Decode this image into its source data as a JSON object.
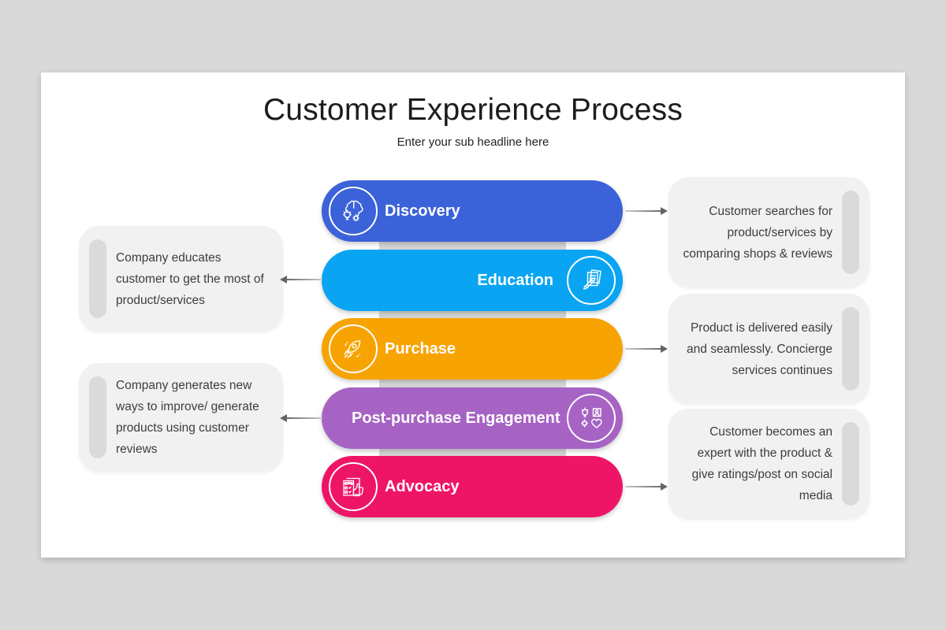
{
  "header": {
    "title": "Customer Experience Process",
    "subtitle": "Enter your sub headline here"
  },
  "stages": [
    {
      "label": "Discovery",
      "color": "#3b62d8",
      "icon": "brain-idea-icon"
    },
    {
      "label": "Education",
      "color": "#0aa5f2",
      "icon": "document-pencil-icon"
    },
    {
      "label": "Purchase",
      "color": "#f7a301",
      "icon": "rocket-icon"
    },
    {
      "label": "Post-purchase Engagement",
      "color": "#a663c4",
      "icon": "heart-service-icon"
    },
    {
      "label": "Advocacy",
      "color": "#ee1566",
      "icon": "thumbs-up-review-icon"
    }
  ],
  "left_notes": [
    {
      "text": "Company educates customer to get the most of product/services"
    },
    {
      "text": "Company generates new ways to improve/ generate products using customer reviews"
    }
  ],
  "right_notes": [
    {
      "text": "Customer searches for product/services by comparing shops & reviews"
    },
    {
      "text": "Product is delivered easily and seamlessly. Concierge services continues"
    },
    {
      "text": "Customer becomes an expert with the product & give ratings/post on social media"
    }
  ],
  "colors": {
    "page_background": "#d9d9d9",
    "slide_background": "#ffffff",
    "center_band": "#d6d6d6",
    "note_background": "#f1f1f1",
    "note_accent": "#dadada",
    "note_text": "#3d3d3d",
    "arrow": "#6a6a6a"
  }
}
